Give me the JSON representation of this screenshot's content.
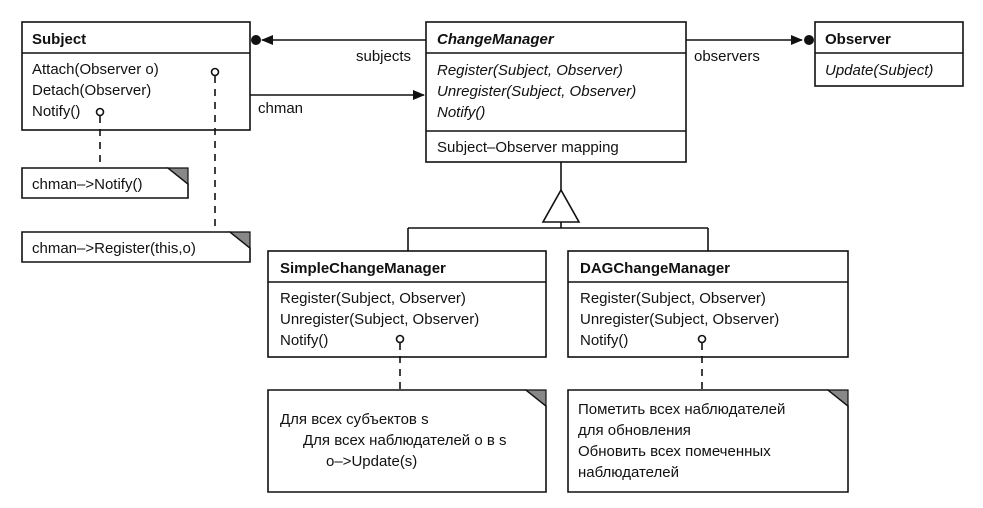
{
  "classes": {
    "subject": {
      "name": "Subject",
      "operations": [
        "Attach(Observer o)",
        "Detach(Observer)",
        "Notify()"
      ]
    },
    "change_manager": {
      "name": "ChangeManager",
      "operations": [
        "Register(Subject, Observer)",
        "Unregister(Subject, Observer)",
        "Notify()"
      ],
      "attributes": [
        "Subject–Observer mapping"
      ]
    },
    "observer": {
      "name": "Observer",
      "operations": [
        "Update(Subject)"
      ]
    },
    "simple_change_manager": {
      "name": "SimpleChangeManager",
      "operations": [
        "Register(Subject, Observer)",
        "Unregister(Subject, Observer)",
        "Notify()"
      ]
    },
    "dag_change_manager": {
      "name": "DAGChangeManager",
      "operations": [
        "Register(Subject, Observer)",
        "Unregister(Subject, Observer)",
        "Notify()"
      ]
    }
  },
  "associations": {
    "subjects": "subjects",
    "observers": "observers",
    "chman": "chman"
  },
  "notes": {
    "subject_notify": "chman–>Notify()",
    "subject_attach": "chman–>Register(this,o)",
    "simple_notify": [
      "Для всех субъектов s",
      "Для всех наблюдателей o в s",
      "o–>Update(s)"
    ],
    "dag_notify": [
      "Пометить всех наблюдателей",
      "для обновления",
      "Обновить всех помеченных",
      "наблюдателей"
    ]
  }
}
